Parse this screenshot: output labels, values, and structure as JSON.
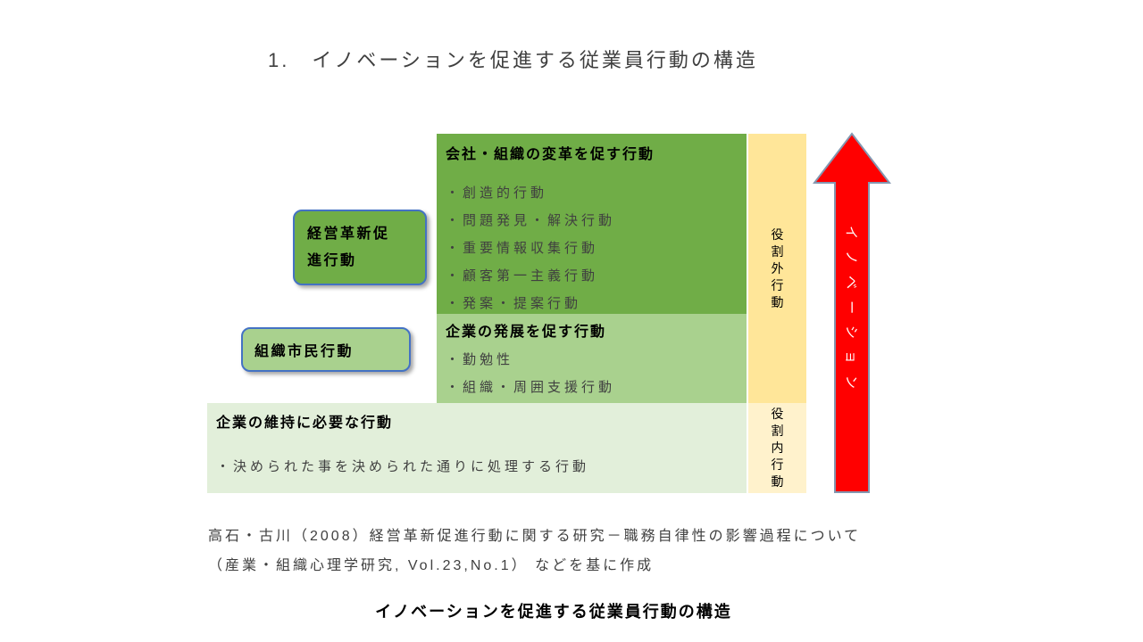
{
  "title": "1.　イノベーションを促進する従業員行動の構造",
  "side_labels": {
    "management_innovation_line1": "経営革新促",
    "management_innovation_line2": "進行動",
    "organizational_citizenship": "組織市民行動"
  },
  "matrix": {
    "transform_box": {
      "header": "会社・組織の変革を促す行動",
      "items": [
        "・創造的行動",
        "・問題発見・解決行動",
        "・重要情報収集行動",
        "・顧客第一主義行動",
        "・発案・提案行動"
      ]
    },
    "develop_box": {
      "header": "企業の発展を促す行動",
      "items": [
        "・勤勉性",
        "・組織・周囲支援行動"
      ]
    },
    "maintain_box": {
      "header": "企業の維持に必要な行動",
      "items": [
        "・決められた事を決められた通りに処理する行動"
      ]
    }
  },
  "role_columns": {
    "extra_role": "役割外行動",
    "in_role": "役割内行動"
  },
  "arrow": {
    "label": "イノベーション"
  },
  "citation": {
    "line1": "高石・古川（2008）経営革新促進行動に関する研究－職務自律性の影響過程について",
    "line2": "（産業・組織心理学研究, Vol.23,No.1） などを基に作成"
  },
  "caption": "イノベーションを促進する従業員行動の構造",
  "colors": {
    "dark_green": "#70AD47",
    "medium_green": "#A9D18E",
    "light_green": "#E2EFDA",
    "yellow_extra_role": "#FFE699",
    "yellow_in_role": "#FFF2CC",
    "arrow_red": "#FF0000",
    "arrow_border": "#8497B0",
    "rounded_box_border": "#4472C4"
  }
}
